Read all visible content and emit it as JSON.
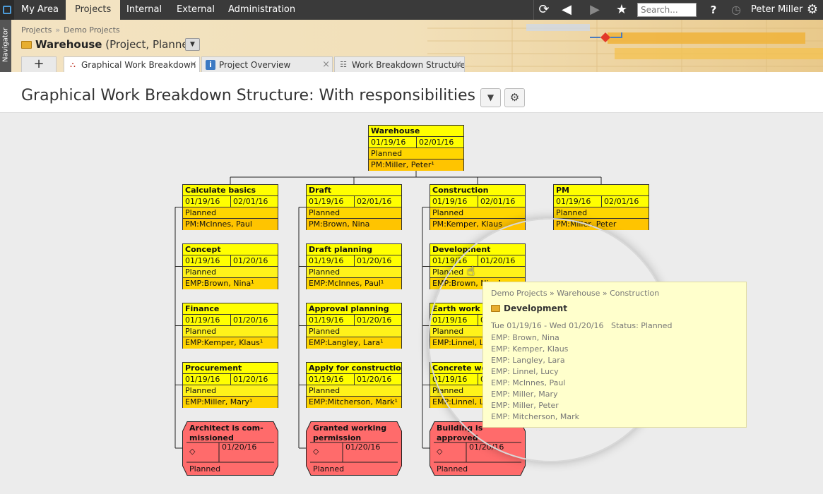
{
  "topnav": {
    "tabs": [
      "My Area",
      "Projects",
      "Internal",
      "External",
      "Administration"
    ],
    "active": "Projects",
    "search_placeholder": "Search...",
    "user": "Peter Miller",
    "help": "?"
  },
  "navigator_label": "Navigator",
  "breadcrumb": [
    "Projects",
    "Demo Projects"
  ],
  "breadcrumb_sep": "»",
  "project": {
    "name": "Warehouse",
    "qualifier": "(Project, Planned)"
  },
  "tabs": [
    {
      "label": "Graphical Work Breakdown Structure",
      "icon": "wbs-icon",
      "active": true
    },
    {
      "label": "Project Overview",
      "icon": "info-icon",
      "active": false
    },
    {
      "label": "Work Breakdown Structure",
      "icon": "tree-icon",
      "active": false
    }
  ],
  "add_tab": "+",
  "view_title": "Graphical Work Breakdown Structure: With responsibilities",
  "wbs": {
    "root": {
      "title": "Warehouse",
      "start": "01/19/16",
      "end": "02/01/16",
      "status": "Planned",
      "resp": "PM:Miller, Peter¹"
    },
    "columns": [
      {
        "head": {
          "title": "Calculate basics",
          "start": "01/19/16",
          "end": "02/01/16",
          "status": "Planned",
          "resp": "PM:McInnes, Paul"
        },
        "items": [
          {
            "title": "Concept",
            "start": "01/19/16",
            "end": "01/20/16",
            "status": "Planned",
            "resp": "EMP:Brown, Nina¹"
          },
          {
            "title": "Finance",
            "start": "01/19/16",
            "end": "01/20/16",
            "status": "Planned",
            "resp": "EMP:Kemper, Klaus¹"
          },
          {
            "title": "Procurement",
            "start": "01/19/16",
            "end": "01/20/16",
            "status": "Planned",
            "resp": "EMP:Miller, Mary¹"
          }
        ],
        "milestone": {
          "title": "Architect is com-missioned",
          "date": "01/20/16",
          "status": "Planned"
        }
      },
      {
        "head": {
          "title": "Draft",
          "start": "01/19/16",
          "end": "02/01/16",
          "status": "Planned",
          "resp": "PM:Brown, Nina"
        },
        "items": [
          {
            "title": "Draft planning",
            "start": "01/19/16",
            "end": "01/20/16",
            "status": "Planned",
            "resp": "EMP:McInnes, Paul¹"
          },
          {
            "title": "Approval planning",
            "start": "01/19/16",
            "end": "01/20/16",
            "status": "Planned",
            "resp": "EMP:Langley, Lara¹"
          },
          {
            "title": "Apply for construction",
            "start": "01/19/16",
            "end": "01/20/16",
            "status": "Planned",
            "resp": "EMP:Mitcherson, Mark¹"
          }
        ],
        "milestone": {
          "title": "Granted working permission",
          "date": "01/20/16",
          "status": "Planned"
        }
      },
      {
        "head": {
          "title": "Construction",
          "start": "01/19/16",
          "end": "02/01/16",
          "status": "Planned",
          "resp": "PM:Kemper, Klaus"
        },
        "items": [
          {
            "title": "Development",
            "start": "01/19/16",
            "end": "01/20/16",
            "status": "Planned",
            "resp": "EMP:Brown, Nina¹"
          },
          {
            "title": "Earth work",
            "start": "01/19/16",
            "end": "01/20/16",
            "status": "Planned",
            "resp": "EMP:Linnel, Lucy¹"
          },
          {
            "title": "Concrete work",
            "start": "01/19/16",
            "end": "01/20/16",
            "status": "Planned",
            "resp": "EMP:Linnel, Lucy¹"
          }
        ],
        "milestone": {
          "title": "Building is approved",
          "date": "01/20/16",
          "status": "Planned"
        }
      },
      {
        "head": {
          "title": "PM",
          "start": "01/19/16",
          "end": "02/01/16",
          "status": "Planned",
          "resp": "PM:Miller, Peter"
        },
        "items": [],
        "milestone": null
      }
    ]
  },
  "tooltip": {
    "path": "Demo Projects » Warehouse » Construction",
    "name": "Development",
    "dates": "Tue 01/19/16 - Wed 01/20/16",
    "status": "Status: Planned",
    "employees": [
      "EMP: Brown, Nina",
      "EMP: Kemper, Klaus",
      "EMP: Langley, Lara",
      "EMP: Linnel, Lucy",
      "EMP: McInnes, Paul",
      "EMP: Miller, Mary",
      "EMP: Miller, Peter",
      "EMP: Mitcherson, Mark"
    ]
  },
  "colors": {
    "task_fill": "#ffff00",
    "resp_fill": "#ffd400",
    "milestone_fill": "#ff6b6b",
    "tooltip_bg": "#ffffcc"
  }
}
